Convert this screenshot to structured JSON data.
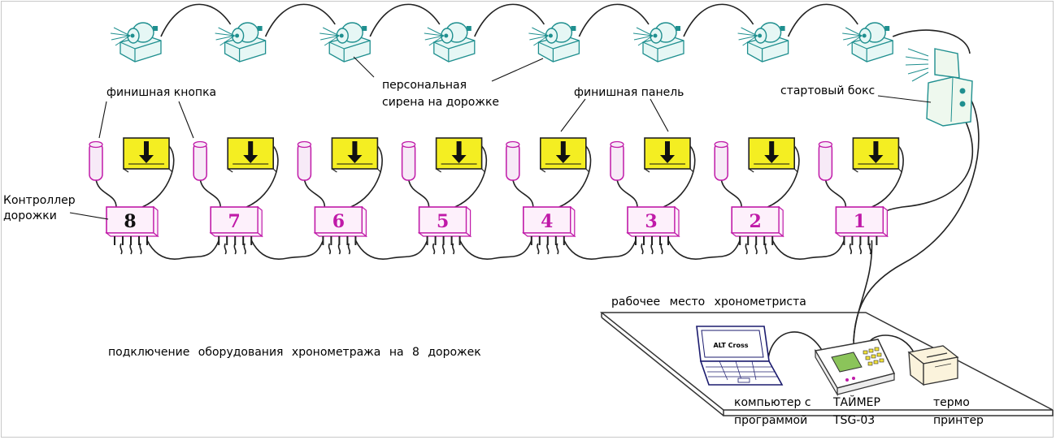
{
  "labels": {
    "finish_button": "финишная кнопка",
    "siren_line1": "персональная",
    "siren_line2": "сирена на дорожке",
    "finish_panel": "финишная панель",
    "start_box": "стартовый бокс",
    "controller_line1": "Контроллер",
    "controller_line2": "дорожки",
    "workplace": "рабочее место хронометриста",
    "connection": "подключение оборудования хронометража на 8 дорожек",
    "computer_line1": "компьютер с",
    "computer_line2": "программой",
    "timer_line1": "ТАЙМЕР",
    "timer_line2": "TSG-03",
    "printer_line1": "термо",
    "printer_line2": "принтер",
    "screen_text": "ALT Cross"
  },
  "lanes": [
    "8",
    "7",
    "6",
    "5",
    "4",
    "3",
    "2",
    "1"
  ],
  "colors": {
    "magenta": "#c01aa8",
    "teal": "#1f8f8f",
    "panel_yellow": "#f4ee22",
    "stroke": "#222222"
  },
  "icons": {
    "siren": "siren-icon",
    "finish_button": "finish-button-icon",
    "finish_panel": "finish-panel-icon",
    "controller": "controller-box-icon",
    "start_box": "start-box-icon",
    "laptop": "laptop-icon",
    "timer": "timer-device-icon",
    "printer": "printer-icon"
  }
}
